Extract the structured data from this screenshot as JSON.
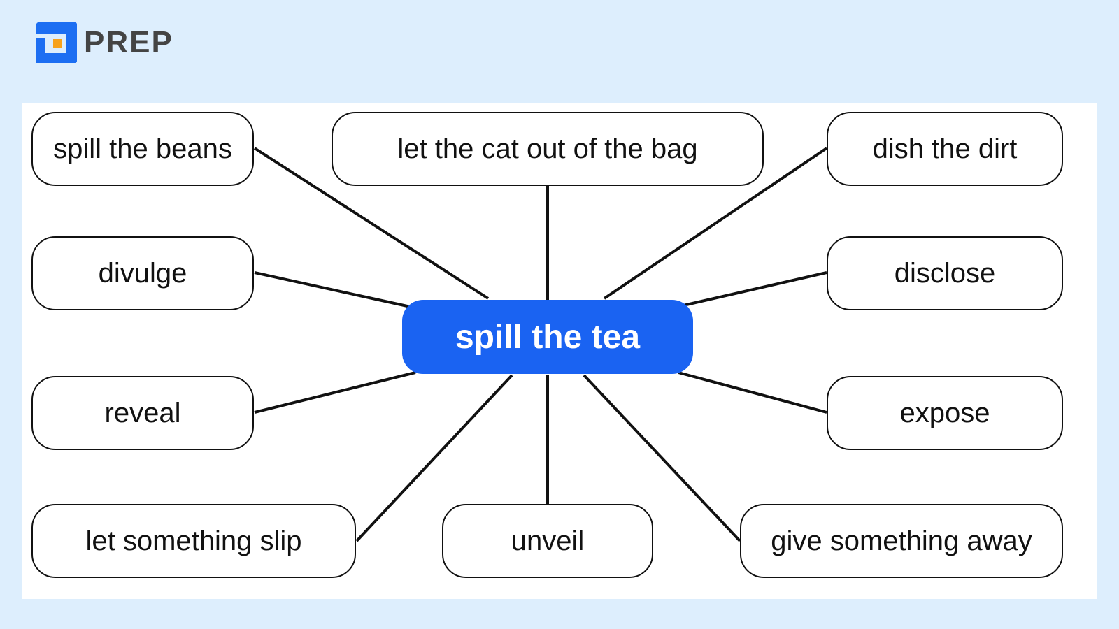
{
  "logo": {
    "text": "PREP",
    "colors": {
      "primary": "#1c6ef2",
      "accent": "#f7a21b"
    }
  },
  "diagram": {
    "center": {
      "label": "spill the tea",
      "color": "#1a63f2"
    },
    "nodes": [
      {
        "label": "spill the beans"
      },
      {
        "label": "let the cat out of the bag"
      },
      {
        "label": "dish the dirt"
      },
      {
        "label": "divulge"
      },
      {
        "label": "disclose"
      },
      {
        "label": "reveal"
      },
      {
        "label": "expose"
      },
      {
        "label": "let something slip"
      },
      {
        "label": "unveil"
      },
      {
        "label": "give something away"
      }
    ]
  }
}
